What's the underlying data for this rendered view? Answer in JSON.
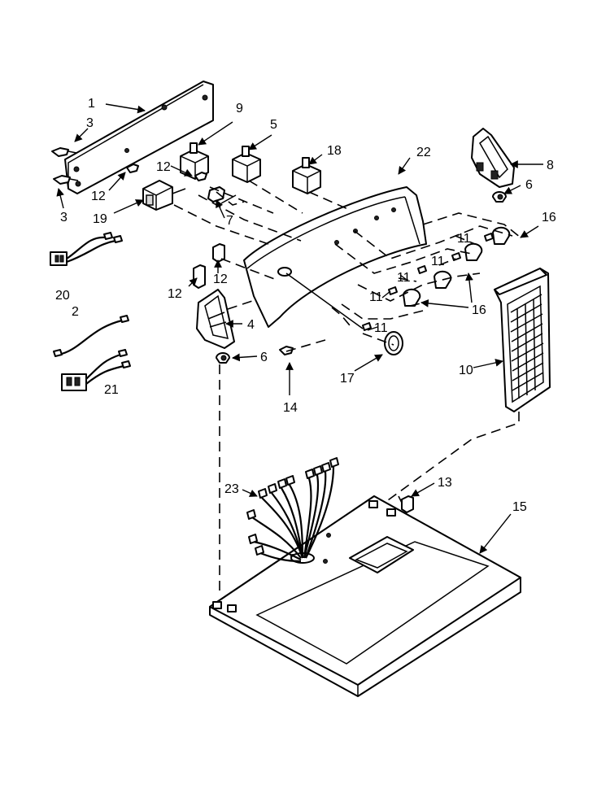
{
  "callouts": [
    "1",
    "2",
    "3",
    "3",
    "4",
    "5",
    "6",
    "6",
    "7",
    "8",
    "9",
    "10",
    "11",
    "11",
    "11",
    "11",
    "11",
    "12",
    "12",
    "12",
    "12",
    "13",
    "14",
    "15",
    "16",
    "16",
    "17",
    "18",
    "19",
    "20",
    "21",
    "22",
    "23"
  ]
}
